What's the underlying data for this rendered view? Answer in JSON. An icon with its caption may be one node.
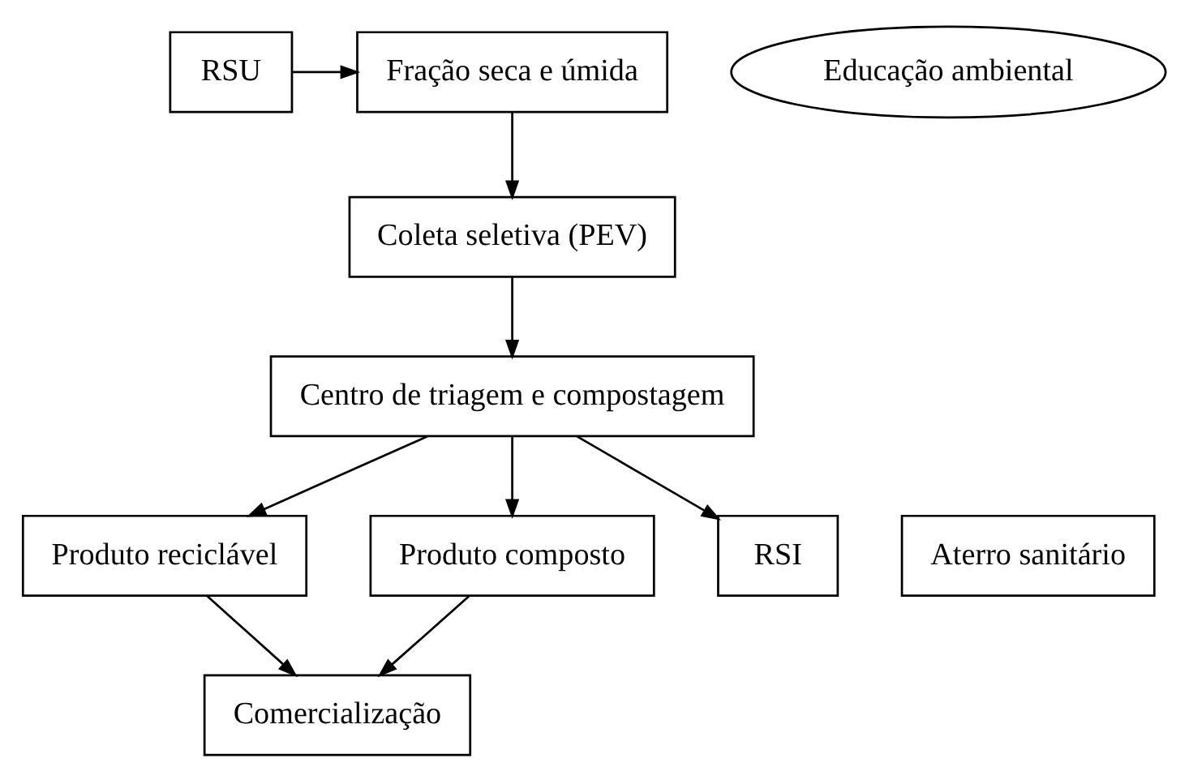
{
  "diagram": {
    "nodes": [
      {
        "text": [
          "RSU"
        ]
      },
      {
        "text": [
          "Fração seca e úmida"
        ]
      },
      {
        "text": [
          "Coleta seletiva (PEV)"
        ]
      },
      {
        "text": [
          "Educação ambiental"
        ]
      },
      {
        "text": [
          "Centro de triagem e compostagem"
        ]
      },
      {
        "text": [
          "Produto reciclável"
        ]
      },
      {
        "text": [
          "Produto composto"
        ]
      },
      {
        "text": [
          "RSI"
        ]
      },
      {
        "text": [
          "Aterro sanitário"
        ]
      },
      {
        "text": [
          "Comercialização"
        ]
      }
    ],
    "edges": [
      {
        "from": 0,
        "to": 1,
        "arrow": "to"
      },
      {
        "from": 1,
        "to": 2,
        "arrow": "to"
      },
      {
        "from": 2,
        "to": 4,
        "arrow": "to"
      },
      {
        "from": 4,
        "to": 5,
        "arrow": "to"
      },
      {
        "from": 4,
        "to": 6,
        "arrow": "to"
      },
      {
        "from": 4,
        "to": 7,
        "arrow": "to"
      },
      {
        "from": 5,
        "to": 9,
        "arrow": "to"
      },
      {
        "from": 6,
        "to": 9,
        "arrow": "to"
      }
    ]
  }
}
